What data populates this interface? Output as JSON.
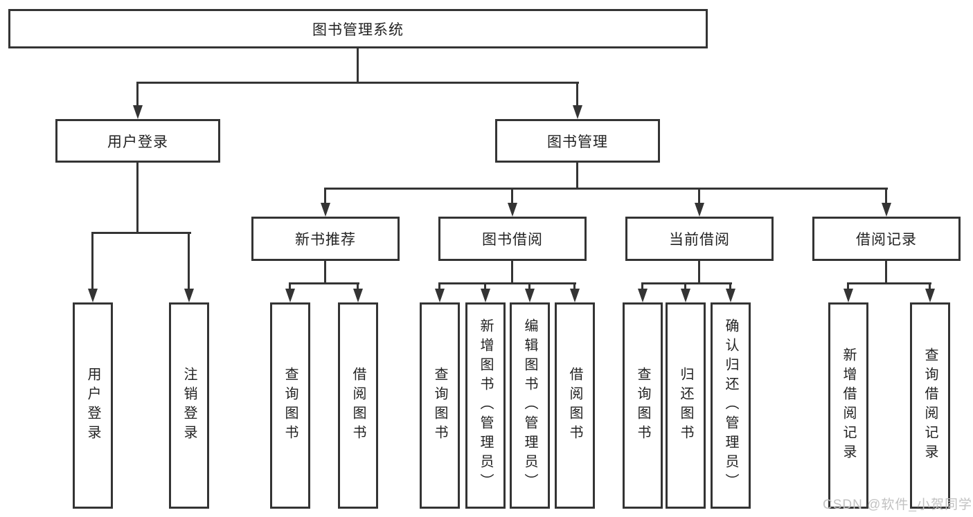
{
  "watermark": "CSDN @软件_小贺同学",
  "colors": {
    "line": "#343434",
    "text": "#222222",
    "watermark": "#c2c2c2",
    "background": "#ffffff"
  },
  "tree": {
    "label": "图书管理系统",
    "children": [
      {
        "label": "用户登录",
        "children": [
          {
            "label": "用户登录"
          },
          {
            "label": "注销登录"
          }
        ]
      },
      {
        "label": "图书管理",
        "children": [
          {
            "label": "新书推荐",
            "children": [
              {
                "label": "查询图书"
              },
              {
                "label": "借阅图书"
              }
            ]
          },
          {
            "label": "图书借阅",
            "children": [
              {
                "label": "查询图书"
              },
              {
                "label": "新增图书（管理员）"
              },
              {
                "label": "编辑图书（管理员）"
              },
              {
                "label": "借阅图书"
              }
            ]
          },
          {
            "label": "当前借阅",
            "children": [
              {
                "label": "查询图书"
              },
              {
                "label": "归还图书"
              },
              {
                "label": "确认归还（管理员）"
              }
            ]
          },
          {
            "label": "借阅记录",
            "children": [
              {
                "label": "新增借阅记录"
              },
              {
                "label": "查询借阅记录"
              }
            ]
          }
        ]
      }
    ]
  }
}
